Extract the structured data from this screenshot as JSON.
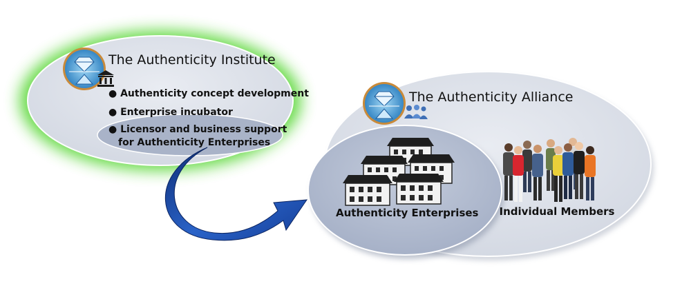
{
  "institute": {
    "title": "The Authenticity Institute",
    "bullets": [
      "Authenticity concept development",
      "Enterprise incubator",
      "Licensor and business support",
      "for Authenticity Enterprises"
    ]
  },
  "alliance": {
    "title": "The Authenticity Alliance"
  },
  "enterprises": {
    "label": "Authenticity Enterprises"
  },
  "members": {
    "label": "Individual Members"
  },
  "icons": {
    "institute_logo": "diamond-logo-icon",
    "institute_badge": "bank-building-icon",
    "alliance_logo": "diamond-logo-icon",
    "alliance_badge": "people-group-icon",
    "enterprises_image": "buildings-icon",
    "members_image": "crowd-of-people-icon",
    "arrow": "curved-arrow-icon"
  },
  "colors": {
    "ellipse_fill": "#dde1ea",
    "glow": "#6ee04a",
    "inner_fill": "#a9b4c9",
    "enterprise_fill": "#b6c0d3",
    "arrow_blue": "#1d4aa6",
    "diamond_blue": "#3fa7df",
    "badge_border": "#c98a3a"
  }
}
